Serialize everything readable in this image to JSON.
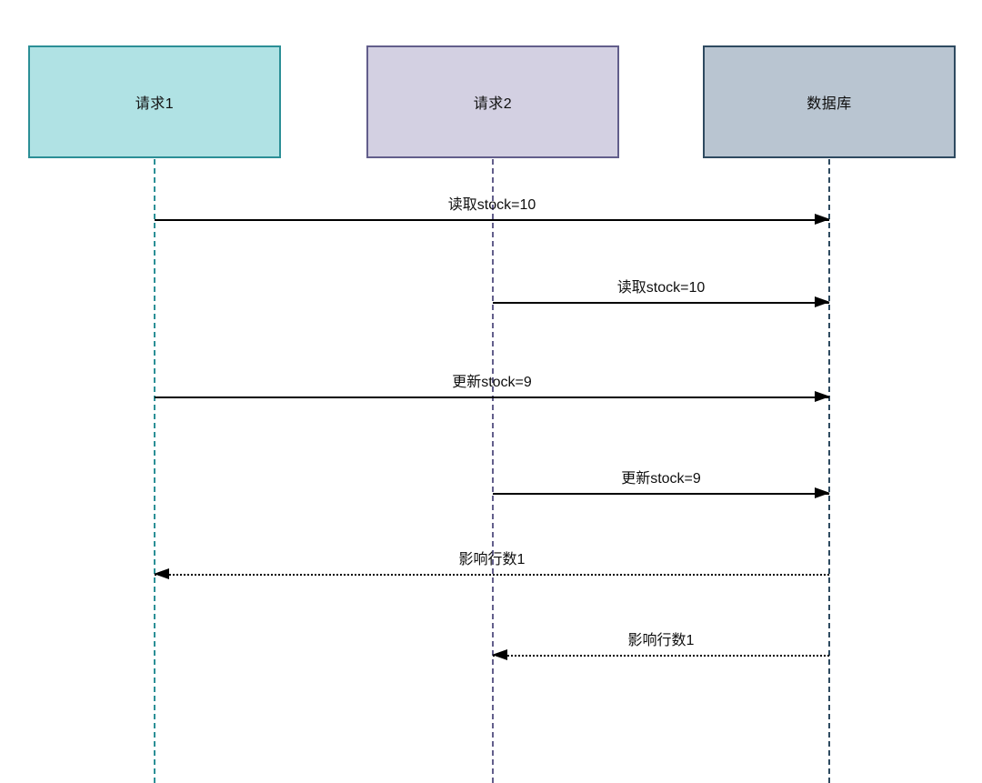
{
  "diagram": {
    "type": "sequence-diagram",
    "background": "#ffffff",
    "line_color": "#000000",
    "text_color": "#0f0f0f",
    "participants": [
      {
        "id": "request1",
        "label": "请求1",
        "fill": "#b0e2e4",
        "stroke": "#2b8f96"
      },
      {
        "id": "request2",
        "label": "请求2",
        "fill": "#d3d0e2",
        "stroke": "#625e8b"
      },
      {
        "id": "database",
        "label": "数据库",
        "fill": "#b9c5d1",
        "stroke": "#2e4a60"
      }
    ],
    "messages": [
      {
        "label": "读取stock=10",
        "from": "request1",
        "to": "database",
        "line": "solid"
      },
      {
        "label": "读取stock=10",
        "from": "request2",
        "to": "database",
        "line": "solid"
      },
      {
        "label": "更新stock=9",
        "from": "request1",
        "to": "database",
        "line": "solid"
      },
      {
        "label": "更新stock=9",
        "from": "request2",
        "to": "database",
        "line": "solid"
      },
      {
        "label": "影响行数1",
        "from": "database",
        "to": "request1",
        "line": "dotted"
      },
      {
        "label": "影响行数1",
        "from": "database",
        "to": "request2",
        "line": "dotted"
      }
    ]
  }
}
